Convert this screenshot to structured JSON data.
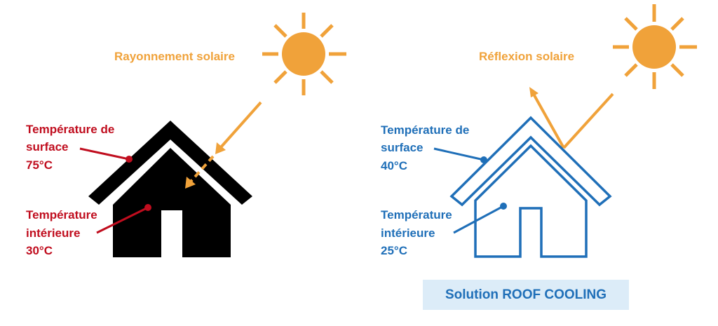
{
  "colors": {
    "sun": "#f0a23a",
    "hot_house": "#000000",
    "hot_text": "#c00d1e",
    "cool_house": "#1f6fb8",
    "cool_text": "#1f6fb8",
    "solution_background": "#dcecf8"
  },
  "left_panel": {
    "sun_label": "Rayonnement solaire",
    "surface_temp": {
      "line1": "Température de",
      "line2": "surface",
      "value": "75°C"
    },
    "interior_temp": {
      "line1": "Température",
      "line2": "intérieure",
      "value": "30°C"
    }
  },
  "right_panel": {
    "sun_label": "Réflexion solaire",
    "surface_temp": {
      "line1": "Température de",
      "line2": "surface",
      "value": "40°C"
    },
    "interior_temp": {
      "line1": "Température",
      "line2": "intérieure",
      "value": "25°C"
    },
    "solution_label": "Solution ROOF COOLING"
  }
}
